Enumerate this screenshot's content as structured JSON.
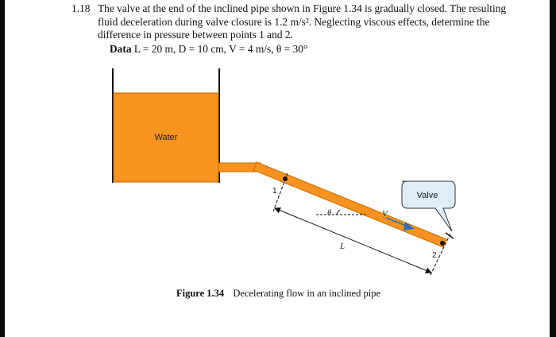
{
  "problem": {
    "number": "1.18",
    "text": "The valve at the end of the inclined pipe shown in Figure 1.34 is gradually closed. The resulting fluid deceleration during valve closure is 1.2 m/s². Neglecting viscous effects, determine the difference in pressure between points 1 and 2.",
    "data_label": "Data",
    "data_values": "L = 20 m, D = 10 cm, V = 4 m/s, θ = 30°"
  },
  "figure": {
    "tank_label": "Water",
    "valve_label": "Valve",
    "point1_label": "1",
    "point2_label": "2",
    "theta_label": "θ",
    "v_label": "V",
    "length_label": "L",
    "colors": {
      "water": "#f7931e",
      "water_edge": "#c96a00",
      "valve_bubble": "#dfeef8",
      "flow_arrow": "#2e6db4"
    }
  },
  "caption": {
    "label": "Figure 1.34",
    "text": "Decelerating flow in an inclined pipe"
  }
}
